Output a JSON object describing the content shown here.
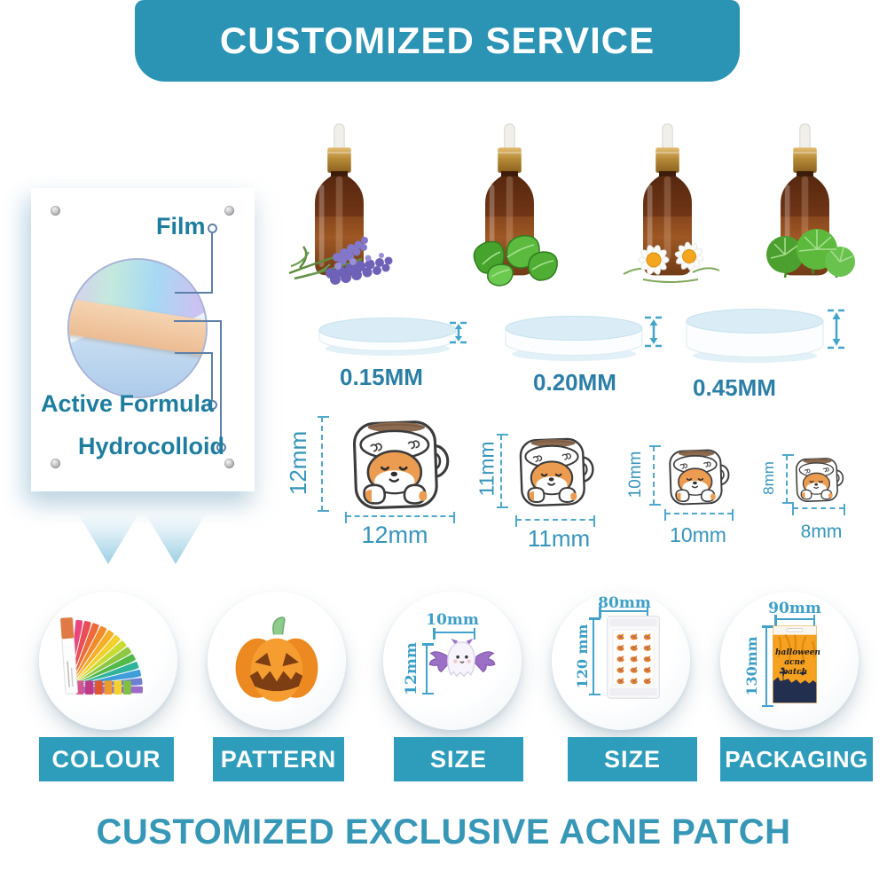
{
  "banner": {
    "title": "CUSTOMIZED SERVICE"
  },
  "footer": {
    "title": "CUSTOMIZED EXCLUSIVE ACNE PATCH"
  },
  "layers_panel": {
    "film_label": "Film",
    "active_formula_label": "Active Formula",
    "hydrocolloid_label": "Hydrocolloid"
  },
  "essential_oils": {
    "bottles": [
      {
        "plant": "lavender"
      },
      {
        "plant": "mint"
      },
      {
        "plant": "chamomile"
      },
      {
        "plant": "centella"
      }
    ]
  },
  "thickness_options": [
    {
      "label": "0.15MM"
    },
    {
      "label": "0.20MM"
    },
    {
      "label": "0.45MM"
    }
  ],
  "patch_sizes": [
    {
      "height_label": "12mm",
      "width_label": "12mm"
    },
    {
      "height_label": "11mm",
      "width_label": "11mm"
    },
    {
      "height_label": "10mm",
      "width_label": "10mm"
    },
    {
      "height_label": "8mm",
      "width_label": "8mm"
    }
  ],
  "custom_options": [
    {
      "label": "COLOUR"
    },
    {
      "label": "PATTERN"
    },
    {
      "label": "SIZE",
      "width_label": "10mm",
      "height_label": "12mm"
    },
    {
      "label": "SIZE",
      "width_label": "80mm",
      "height_label": "120 mm"
    },
    {
      "label": "PACKAGING",
      "width_label": "90mm",
      "height_label": "130mm",
      "package_text_line1": "halloween",
      "package_text_line2": "acne patch"
    }
  ],
  "colors": {
    "banner_teal": "#2B93B3",
    "bar_teal": "#2E9CBB",
    "text_teal": "#2E86AC",
    "dimension_teal": "#43A2C9",
    "color_fan": [
      "#E8477E",
      "#EA4E55",
      "#ED6B3B",
      "#F28C2B",
      "#F5AF29",
      "#F3D02C",
      "#C9DA33",
      "#8FC742",
      "#52B848",
      "#2FB39B",
      "#3F9ED9",
      "#6D7FD1",
      "#9A6BC8"
    ]
  }
}
